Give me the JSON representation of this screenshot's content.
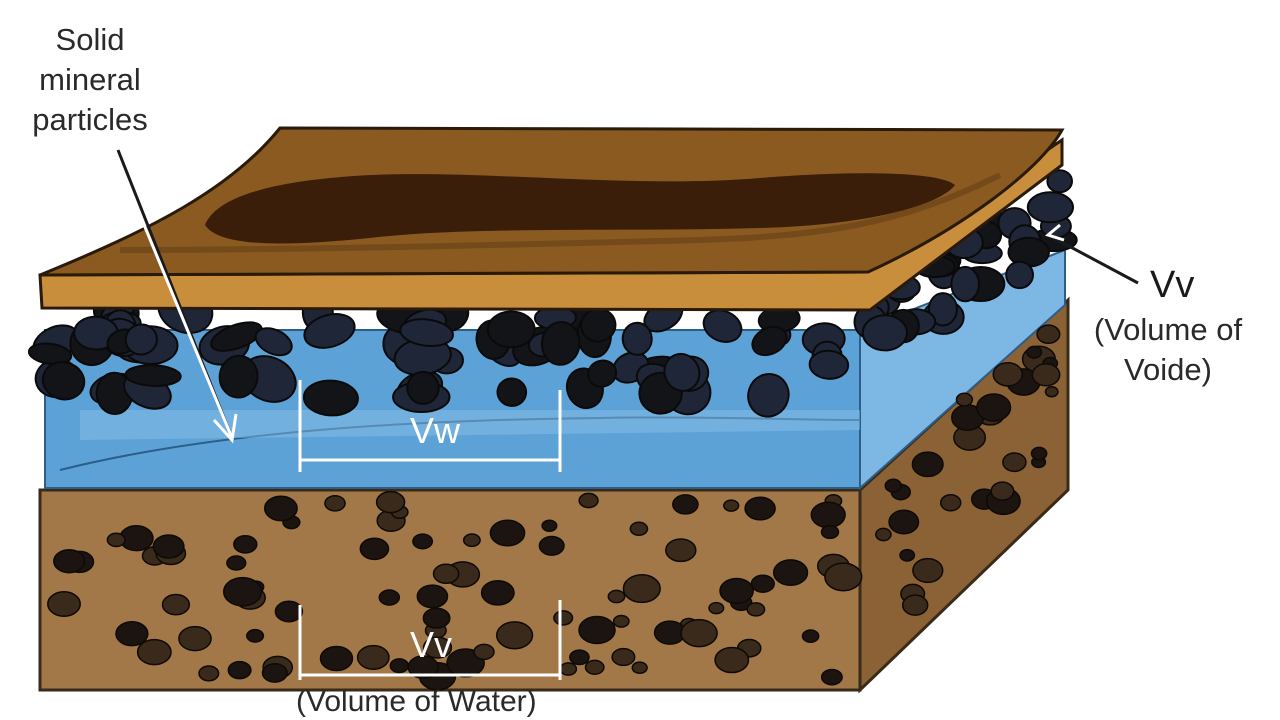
{
  "labels": {
    "solid_particles": [
      "Solid",
      "mineral",
      "particles"
    ],
    "vv_symbol": "Vv",
    "vv_caption": [
      "(Volume of",
      "Voide)"
    ],
    "vw_top": "Vw",
    "vw_bottom": "Vv",
    "vw_caption": "(Volume of Water)"
  },
  "colors": {
    "top_layer": "#8a5a20",
    "top_layer_edge": "#c98e3c",
    "dark_patch": "#3a1e0a",
    "water": "#5da2d6",
    "water_light": "#8cc3ea",
    "soil": "#a37849",
    "soil_dark": "#7f5b32",
    "rocks": "#1e2638"
  }
}
